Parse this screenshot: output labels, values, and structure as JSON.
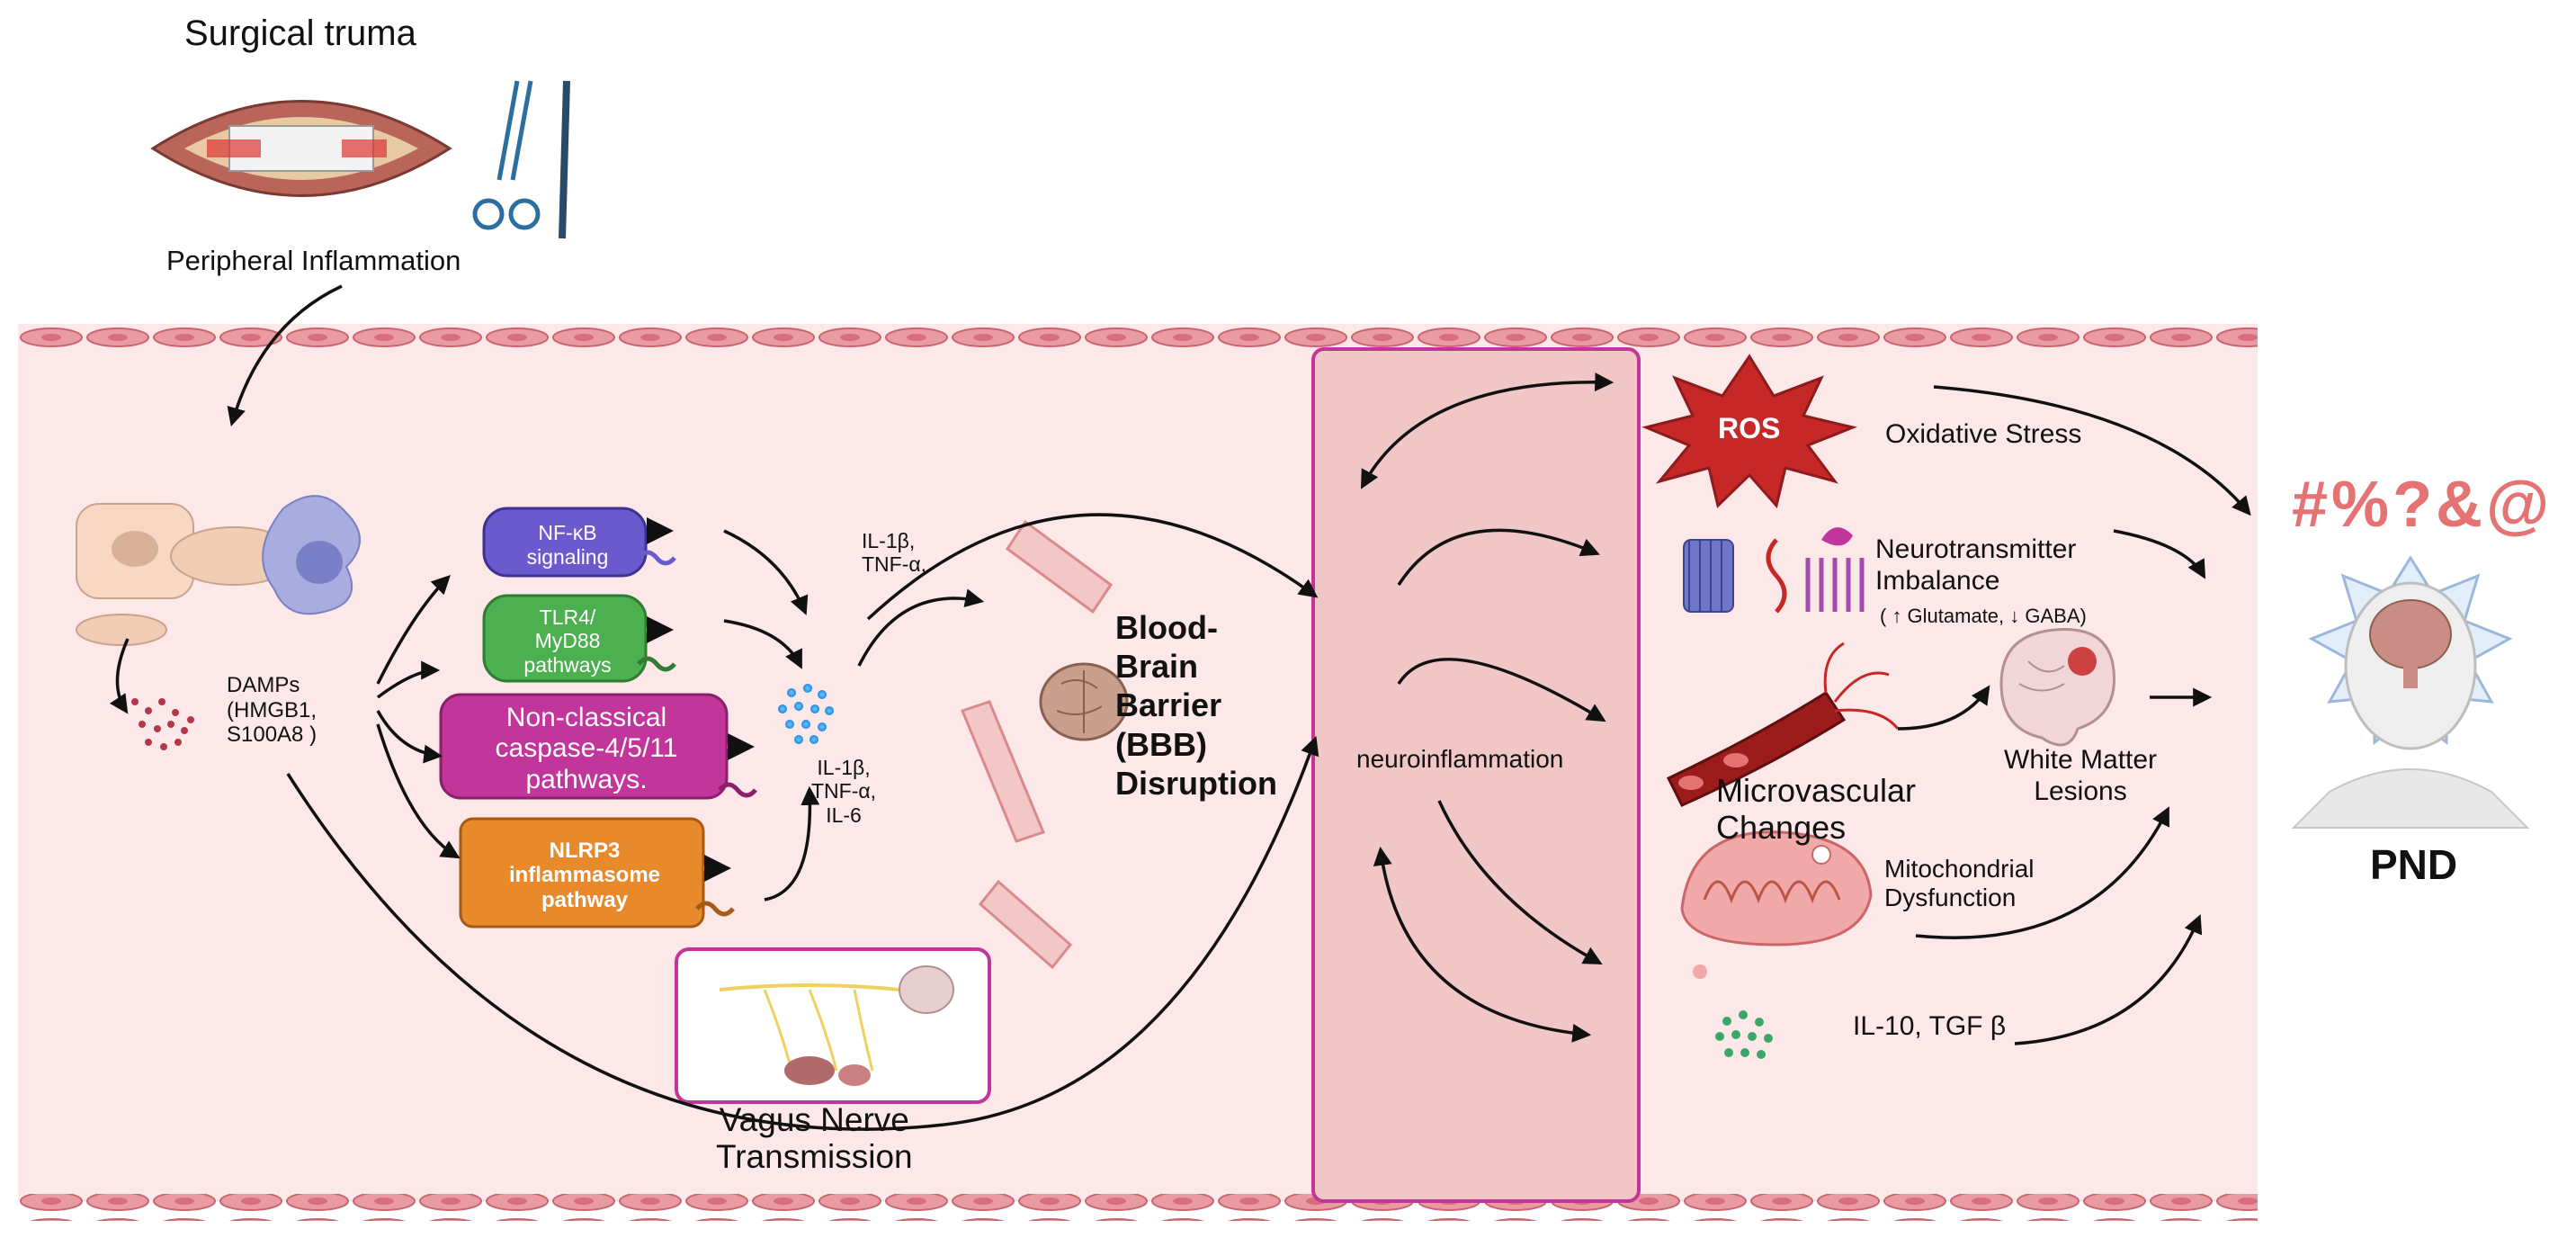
{
  "header": {
    "trauma_title": "Surgical truma",
    "peripheral_label": "Peripheral Inflammation"
  },
  "damps": {
    "line1": "DAMPs",
    "line2": "(HMGB1,",
    "line3": "S100A8 )"
  },
  "pathways": [
    {
      "line1": "NF-κB",
      "line2": "signaling",
      "color": "#6a5acd"
    },
    {
      "line1": "TLR4/",
      "line2": "MyD88",
      "line3": "pathways",
      "color": "#4caf50"
    },
    {
      "line1": "Non-classical",
      "line2": "caspase-4/5/11",
      "line3": "pathways.",
      "color": "#c2359a"
    },
    {
      "line1": "NLRP3",
      "line2": "inflammasome",
      "line3": "pathway",
      "color": "#e8892b"
    }
  ],
  "cytokines_top": {
    "line1": "IL-1β,",
    "line2": "TNF-α,"
  },
  "cytokines_mid": {
    "line1": "IL-1β,",
    "line2": "TNF-α,",
    "line3": "IL-6"
  },
  "bbb": {
    "line1": "Blood-",
    "line2": "Brain",
    "line3": "Barrier",
    "line4": "(BBB)",
    "line5": "Disruption"
  },
  "vagus": {
    "line1": "Vagus Nerve",
    "line2": "Transmission"
  },
  "neuro_label": "neuroinflammation",
  "ros_label": "ROS",
  "outcomes": {
    "oxidative": "Oxidative Stress",
    "neuro_line1": "Neurotransmitter",
    "neuro_line2": "Imbalance",
    "neuro_line3": "( ↑ Glutamate, ↓ GABA)",
    "micro_line1": "Microvascular",
    "micro_line2": "Changes",
    "white_line1": "White Matter",
    "white_line2": "Lesions",
    "mito_line1": "Mitochondrial",
    "mito_line2": "Dysfunction",
    "il10": "IL-10, TGF β"
  },
  "pnd": {
    "symbols": "#%?&@",
    "label": "PND"
  },
  "colors": {
    "vessel_bg": "#fce8e8",
    "membrane": "#e88a92",
    "neuro_box_fill": "#f1c6c6",
    "neuro_box_border": "#c2359a",
    "ros": "#c62828",
    "symbols": "#e57373"
  }
}
